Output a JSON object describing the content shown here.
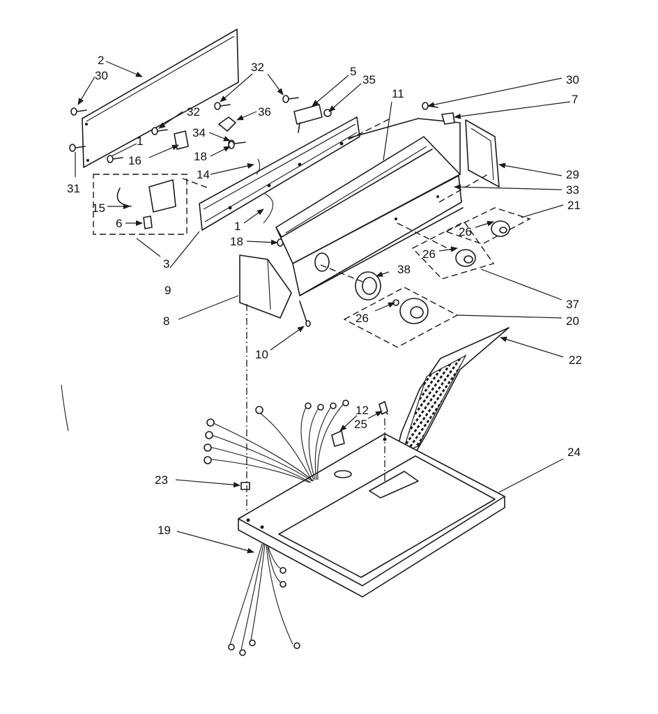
{
  "labels": {
    "l2": "2",
    "l30a": "30",
    "l31": "31",
    "l1a": "1",
    "l16": "16",
    "l32a": "32",
    "l32b": "32",
    "l36": "36",
    "l34": "34",
    "l18a": "18",
    "l14": "14",
    "l5": "5",
    "l35": "35",
    "l11": "11",
    "l30b": "30",
    "l7": "7",
    "l29": "29",
    "l33": "33",
    "l21": "21",
    "l15": "15",
    "l6": "6",
    "l3": "3",
    "l9": "9",
    "l1b": "1",
    "l18b": "18",
    "l26a": "26",
    "l26b": "26",
    "l26c": "26",
    "l38": "38",
    "l37": "37",
    "l20": "20",
    "l8": "8",
    "l10": "10",
    "l22": "22",
    "l12": "12",
    "l25": "25",
    "l24": "24",
    "l23": "23",
    "l19": "19"
  }
}
